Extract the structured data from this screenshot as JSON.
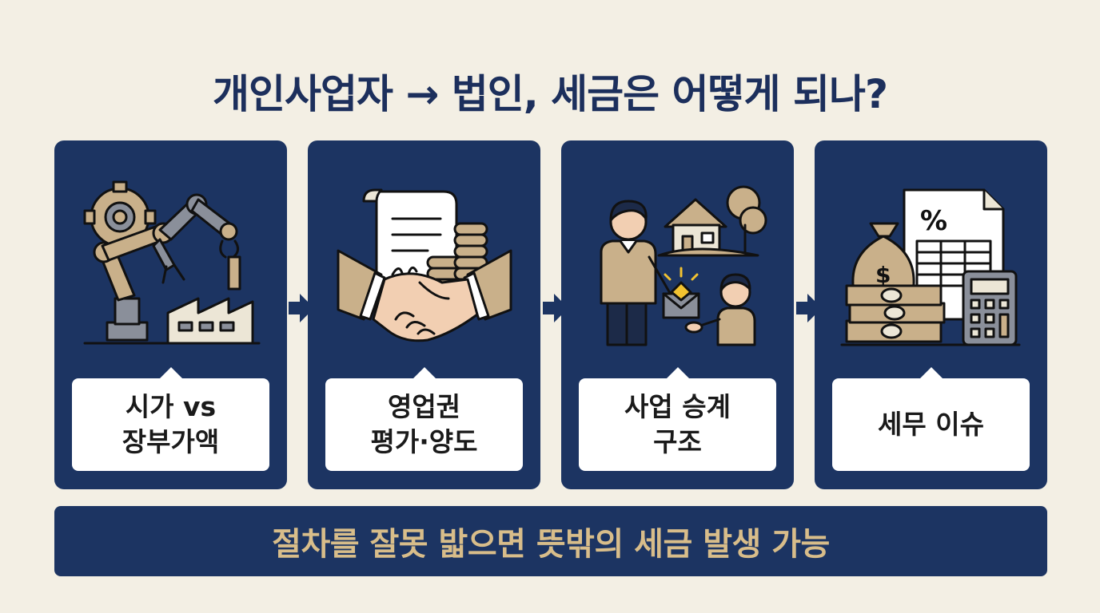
{
  "title": "개인사업자 → 법인, 세금은 어떻게 되나?",
  "cards": [
    {
      "lines": [
        "시가 vs",
        "장부가액"
      ],
      "icon": "factory-robot-arm-icon"
    },
    {
      "lines": [
        "영업권",
        "평가·양도"
      ],
      "icon": "handshake-contract-icon"
    },
    {
      "lines": [
        "사업 승계",
        "구조"
      ],
      "icon": "business-succession-icon"
    },
    {
      "lines": [
        "세무 이슈"
      ],
      "icon": "tax-calculator-icon"
    }
  ],
  "banner": "절차를 잘못 밟으면 뜻밖의 세금 발생 가능",
  "colors": {
    "navy": "#1c3462",
    "tan": "#c9b08a",
    "background": "#f3efe4",
    "banner_text": "#d8bd8a"
  }
}
